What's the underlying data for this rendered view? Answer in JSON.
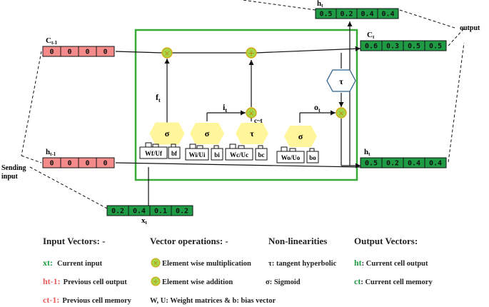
{
  "colors": {
    "red_cell": "#f48a8a",
    "red_text": "#e85c5c",
    "green_cell": "#1f9a45",
    "green_text": "#1f9a45",
    "hex_fill": "#fff59a",
    "op_fill": "#a8d64a",
    "op_stroke": "#d9a000",
    "box": "#3aaa3a"
  },
  "vectors": {
    "c_prev": {
      "label": "C",
      "sub": "t-1",
      "values": [
        "0",
        "0",
        "0",
        "0"
      ]
    },
    "h_prev": {
      "label": "h",
      "sub": "t-1",
      "values": [
        "0",
        "0",
        "0",
        "0"
      ]
    },
    "x_t": {
      "label": "x",
      "sub": "t",
      "values": [
        "0.2",
        "0.4",
        "0.1",
        "0.2"
      ]
    },
    "h_top": {
      "label": "h",
      "sub": "t",
      "values": [
        "0.5",
        "0.2",
        "0.4",
        "0.4"
      ]
    },
    "c_t": {
      "label": "C",
      "sub": "t",
      "values": [
        "0.6",
        "0.3",
        "0.5",
        "0.5"
      ]
    },
    "h_right": {
      "label": "h",
      "sub": "t",
      "values": [
        "0.5",
        "0.2",
        "0.4",
        "0.4"
      ]
    }
  },
  "labels": {
    "output": "output",
    "sending_1": "Sending",
    "sending_2": "input",
    "f_t": "f",
    "f_sub": "t",
    "i_t": "i",
    "i_sub": "t",
    "o_t": "o",
    "o_sub": "t",
    "c_tilde": "c~t"
  },
  "gates": {
    "sigma_f": "σ",
    "sigma_i": "σ",
    "tau_c": "τ",
    "sigma_o": "σ",
    "tau_out": "τ"
  },
  "weights": {
    "wf": "Wf/Uf",
    "bf": "bf",
    "wi": "Wi/Ui",
    "bi": "bi",
    "wc": "Wc/Uc",
    "bc": "bc",
    "wo": "Wo/Uo",
    "bo": "bo"
  },
  "legend": {
    "input_vectors": {
      "heading": "Input Vectors: -",
      "items": [
        {
          "key": "xt:",
          "desc": "Current input"
        },
        {
          "key": "ht-1:",
          "desc": "Previous cell output"
        },
        {
          "key": "ct-1:",
          "desc": "Previous cell memory"
        }
      ]
    },
    "vector_operations": {
      "heading": "Vector operations: -",
      "items": [
        {
          "desc": "Element wise multiplication"
        },
        {
          "desc": "Element wise addition"
        }
      ],
      "footnote": "W, U: Weight matrices & b: bias vector"
    },
    "non_linearities": {
      "heading": "Non-linearities",
      "items": [
        {
          "desc": "τ: tangent hyperbolic"
        },
        {
          "desc": "σ: Sigmoid"
        }
      ]
    },
    "output_vectors": {
      "heading": "Output Vectors:",
      "items": [
        {
          "key": "ht",
          "desc": ": Current cell output"
        },
        {
          "key": "ct",
          "desc": ": Current cell memory"
        }
      ]
    }
  }
}
